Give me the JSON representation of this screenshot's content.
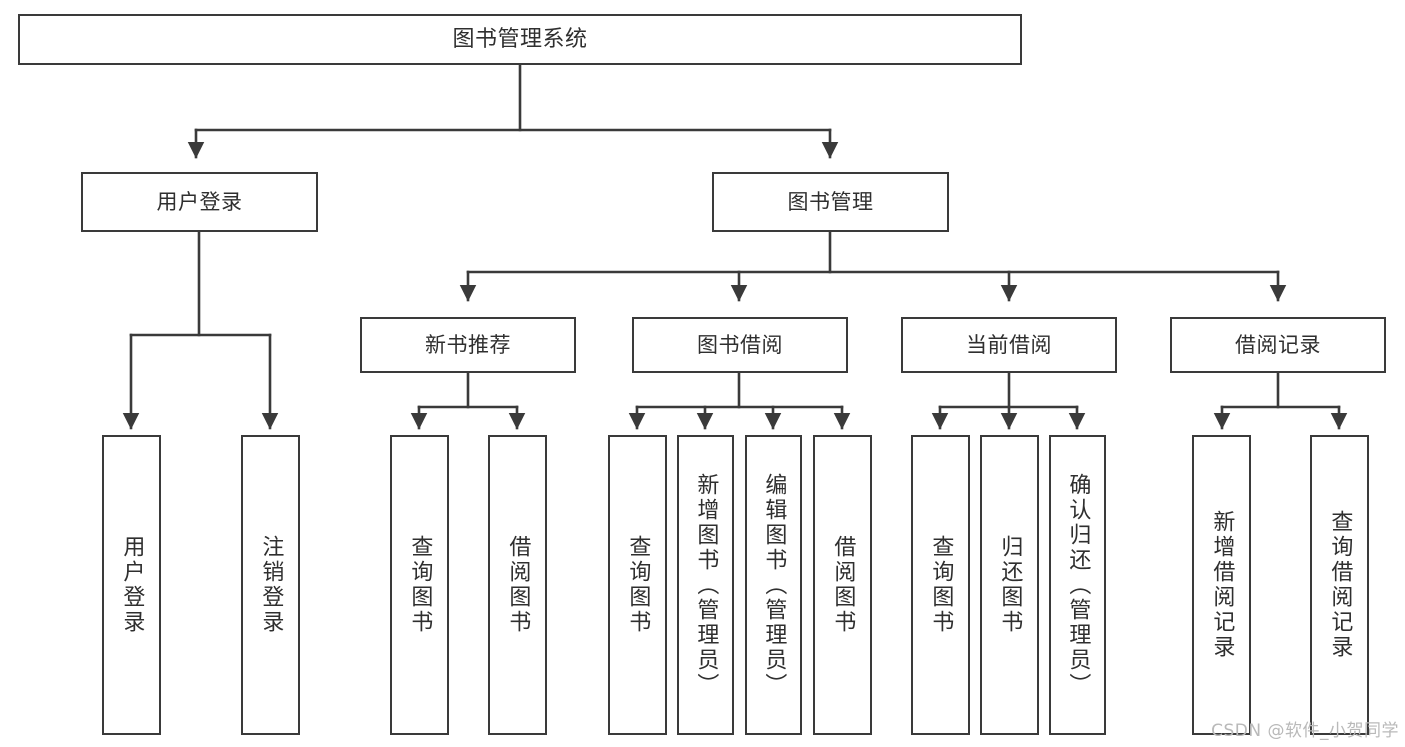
{
  "diagram": {
    "type": "tree",
    "title": "图书管理系统",
    "root": {
      "label": "图书管理系统"
    },
    "level2": [
      {
        "id": "user-login",
        "label": "用户登录"
      },
      {
        "id": "book-manage",
        "label": "图书管理"
      }
    ],
    "level3": [
      {
        "id": "new-book-recommend",
        "label": "新书推荐",
        "parent": "book-manage"
      },
      {
        "id": "book-borrow",
        "label": "图书借阅",
        "parent": "book-manage"
      },
      {
        "id": "current-borrow",
        "label": "当前借阅",
        "parent": "book-manage"
      },
      {
        "id": "borrow-record",
        "label": "借阅记录",
        "parent": "book-manage"
      }
    ],
    "leaves": [
      {
        "id": "leaf-user-login",
        "label": "用户登录",
        "parent": "user-login"
      },
      {
        "id": "leaf-user-logout",
        "label": "注销登录",
        "parent": "user-login"
      },
      {
        "id": "leaf-query-book-1",
        "label": "查询图书",
        "parent": "new-book-recommend"
      },
      {
        "id": "leaf-borrow-book-1",
        "label": "借阅图书",
        "parent": "new-book-recommend"
      },
      {
        "id": "leaf-query-book-2",
        "label": "查询图书",
        "parent": "book-borrow"
      },
      {
        "id": "leaf-add-book",
        "label": "新增图书（管理员）",
        "parent": "book-borrow"
      },
      {
        "id": "leaf-edit-book",
        "label": "编辑图书（管理员）",
        "parent": "book-borrow"
      },
      {
        "id": "leaf-borrow-book-2",
        "label": "借阅图书",
        "parent": "book-borrow"
      },
      {
        "id": "leaf-query-book-3",
        "label": "查询图书",
        "parent": "current-borrow"
      },
      {
        "id": "leaf-return-book",
        "label": "归还图书",
        "parent": "current-borrow"
      },
      {
        "id": "leaf-confirm-return",
        "label": "确认归还（管理员）",
        "parent": "current-borrow"
      },
      {
        "id": "leaf-add-record",
        "label": "新增借阅记录",
        "parent": "borrow-record"
      },
      {
        "id": "leaf-query-record",
        "label": "查询借阅记录",
        "parent": "borrow-record"
      }
    ]
  },
  "watermark": {
    "text": "CSDN @软件_小贺同学"
  },
  "colors": {
    "stroke": "#3a3a3a",
    "text": "#2f2f2f",
    "background": "#ffffff",
    "watermark": "#b9b9b9"
  }
}
